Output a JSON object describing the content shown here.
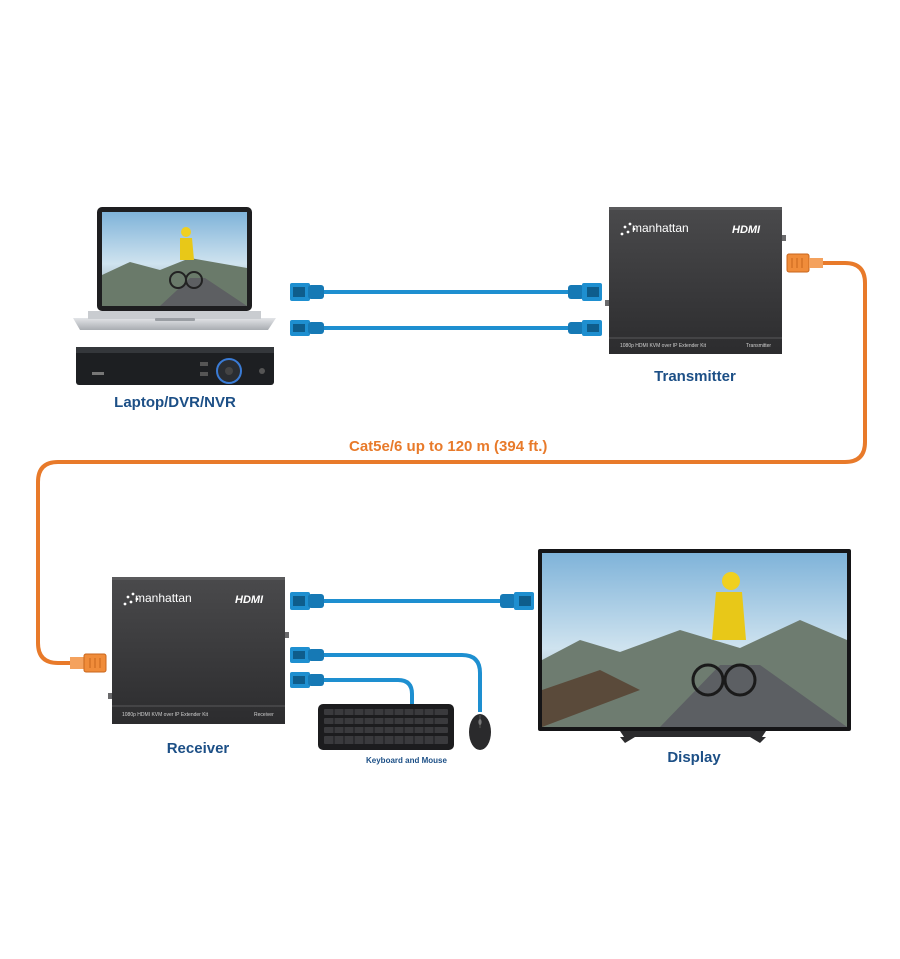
{
  "labels": {
    "source": "Laptop/DVR/NVR",
    "transmitter": "Transmitter",
    "receiver": "Receiver",
    "display": "Display",
    "keyboard_mouse": "Keyboard and Mouse",
    "cable": "Cat5e/6 up to 120 m (394 ft.)"
  },
  "devices": {
    "brand": "manhattan",
    "hdmi_logo": "HDMI",
    "transmitter_model": "1080p HDMI KVM over IP Extender Kit",
    "transmitter_tag": "Transmitter",
    "receiver_model": "1080p HDMI KVM over IP Extender Kit",
    "receiver_tag": "Receiver"
  },
  "colors": {
    "cable_blue": "#1e8fd0",
    "cable_orange": "#e87a2a",
    "label_blue": "#1c4f86",
    "device_dark": "#3a3a3c"
  }
}
